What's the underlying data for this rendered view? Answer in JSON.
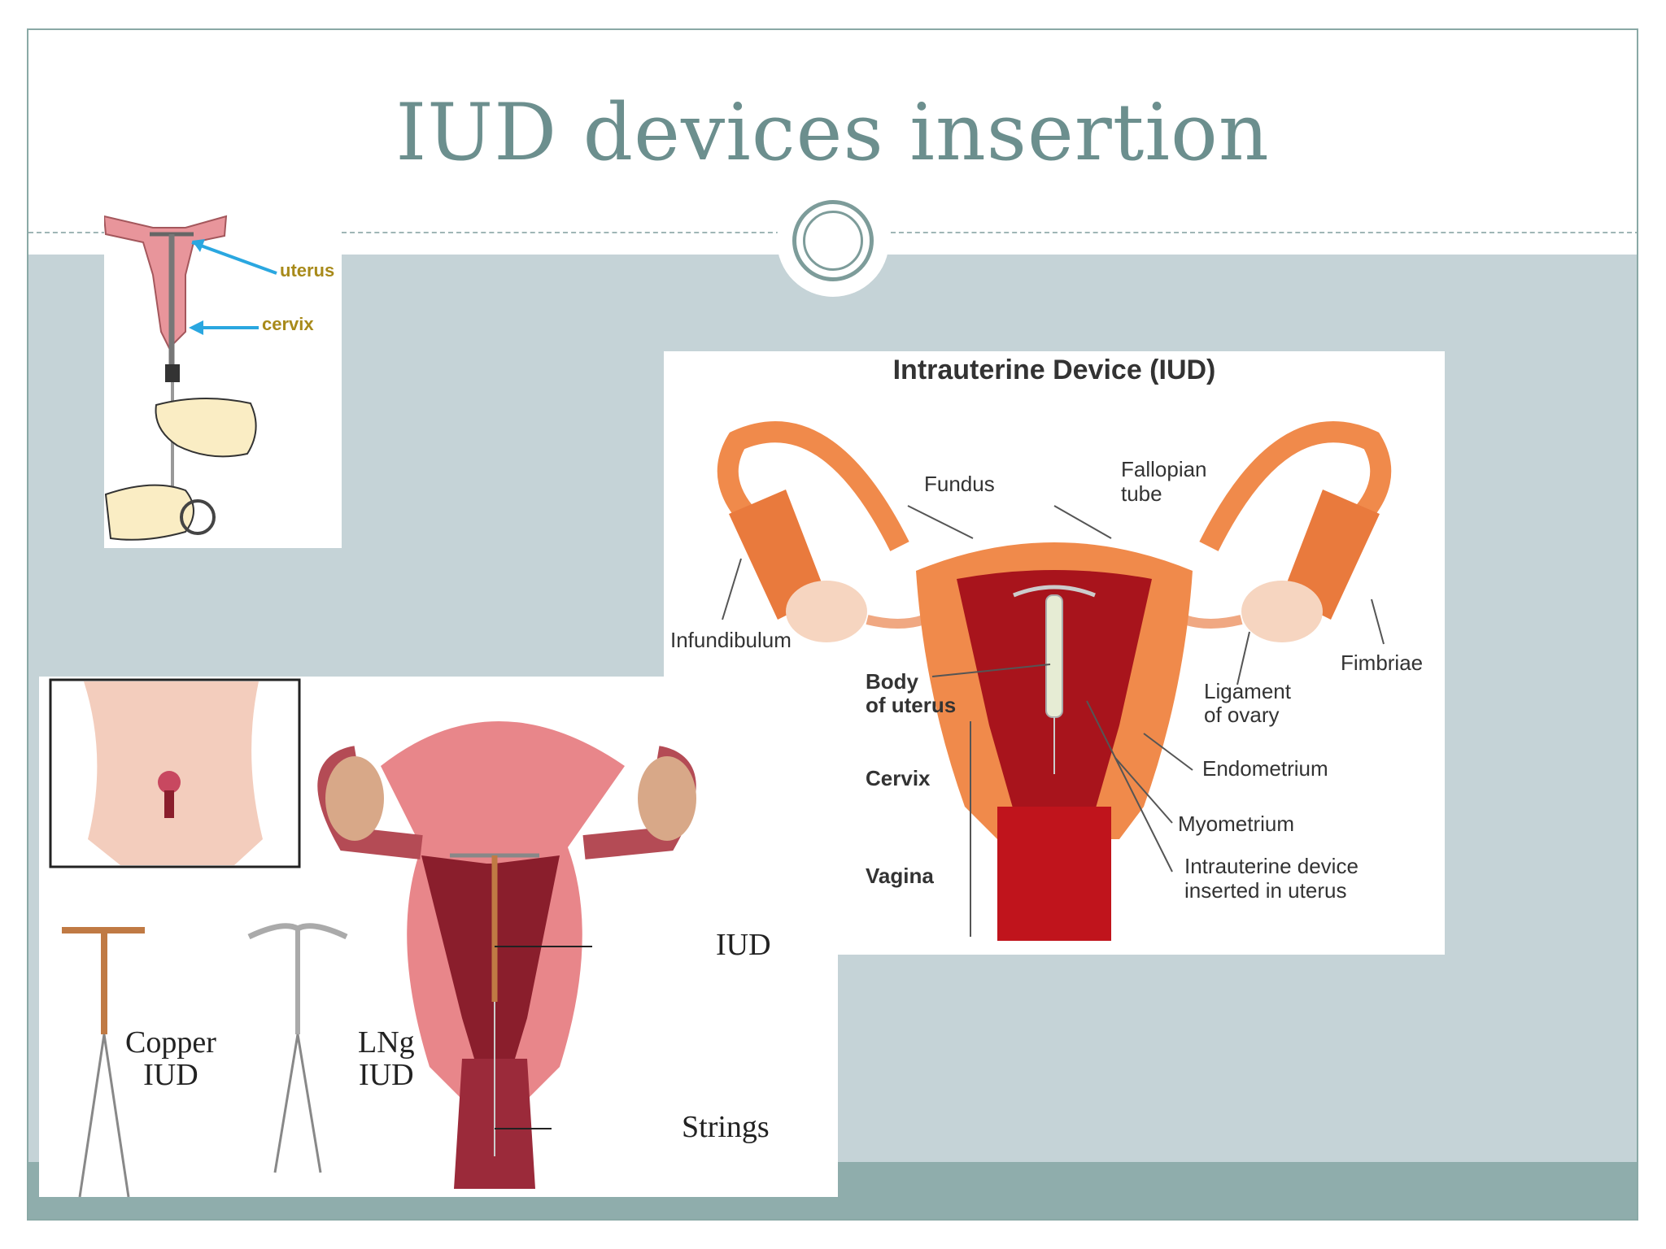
{
  "slide": {
    "title": "IUD devices insertion",
    "colors": {
      "title": "#6c8f8e",
      "band": "#c5d3d7",
      "footer": "#8fadac",
      "border": "#8aa9a6"
    }
  },
  "insertion_figure": {
    "labels": {
      "uterus": "uterus",
      "cervix": "cervix"
    },
    "colors": {
      "tissue": "#e8959b",
      "arrow": "#2aa7e0",
      "hand": "#faedc4",
      "label": "#a88a1a"
    }
  },
  "iud_diagram": {
    "title": "Intrauterine Device (IUD)",
    "labels": {
      "fundus": "Fundus",
      "fallopian_tube_1": "Fallopian",
      "fallopian_tube_2": "tube",
      "infundibulum": "Infundibulum",
      "fimbriae": "Fimbriae",
      "body_of_uterus_1": "Body",
      "body_of_uterus_2": "of uterus",
      "ligament_1": "Ligament",
      "ligament_2": "of ovary",
      "cervix": "Cervix",
      "endometrium": "Endometrium",
      "myometrium": "Myometrium",
      "vagina": "Vagina",
      "iud_inserted_1": "Intrauterine device",
      "iud_inserted_2": "inserted in uterus"
    },
    "colors": {
      "tissue": "#f08a4b",
      "inner": "#a8141c",
      "label": "#333333"
    }
  },
  "anatomy_figure": {
    "labels": {
      "copper_1": "Copper",
      "copper_2": "IUD",
      "lng_1": "LNg",
      "lng_2": "IUD",
      "iud": "IUD",
      "strings": "Strings"
    },
    "colors": {
      "tissue": "#e8868a",
      "dark": "#8a1e2c",
      "copper": "#c07a44"
    }
  }
}
